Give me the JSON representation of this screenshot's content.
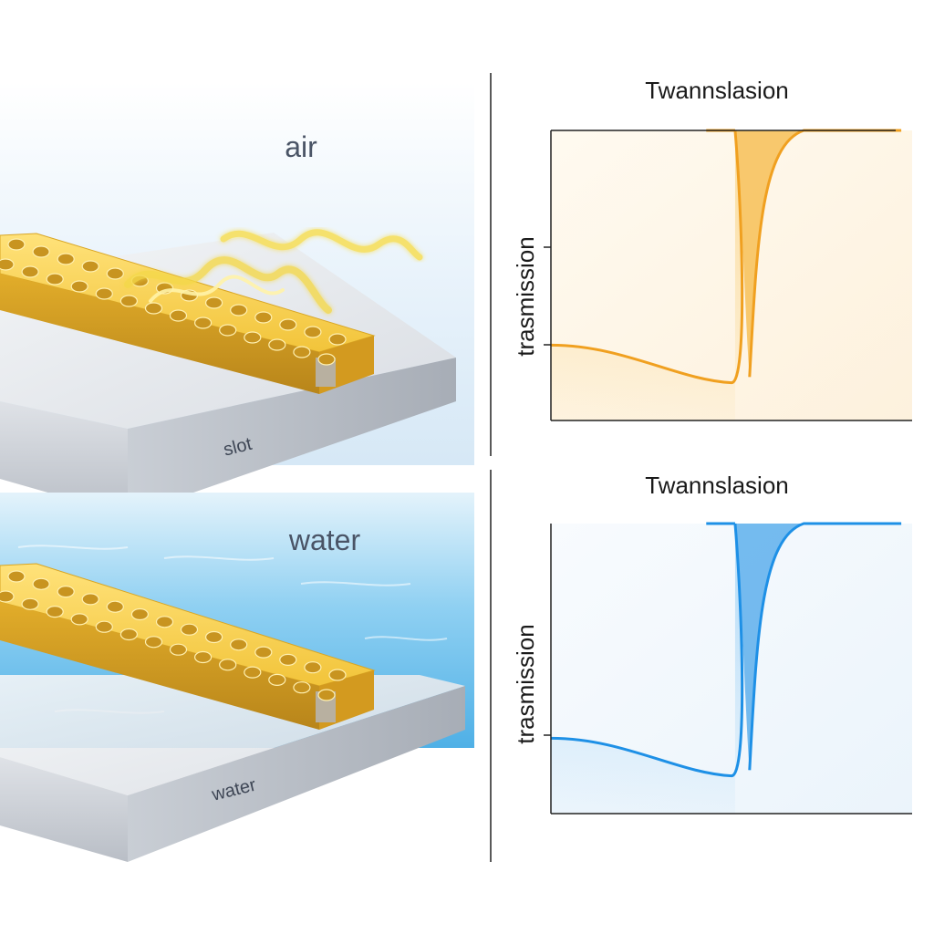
{
  "panels": {
    "air": {
      "medium_label": "air",
      "slab_label": "slot"
    },
    "water": {
      "medium_label": "water",
      "slab_label": "water"
    }
  },
  "chart_data": [
    {
      "type": "line",
      "title": "Twannslasion",
      "ylabel": "trasmission",
      "xlabel": "",
      "grid": false,
      "color": "#f0a020",
      "fill": "#f7c55a",
      "legend": "none"
    },
    {
      "type": "line",
      "title": "Twannslasion",
      "ylabel": "trasmission",
      "xlabel": "",
      "grid": false,
      "color": "#1e90e6",
      "fill": "#7cc2f2",
      "legend": "none"
    }
  ]
}
